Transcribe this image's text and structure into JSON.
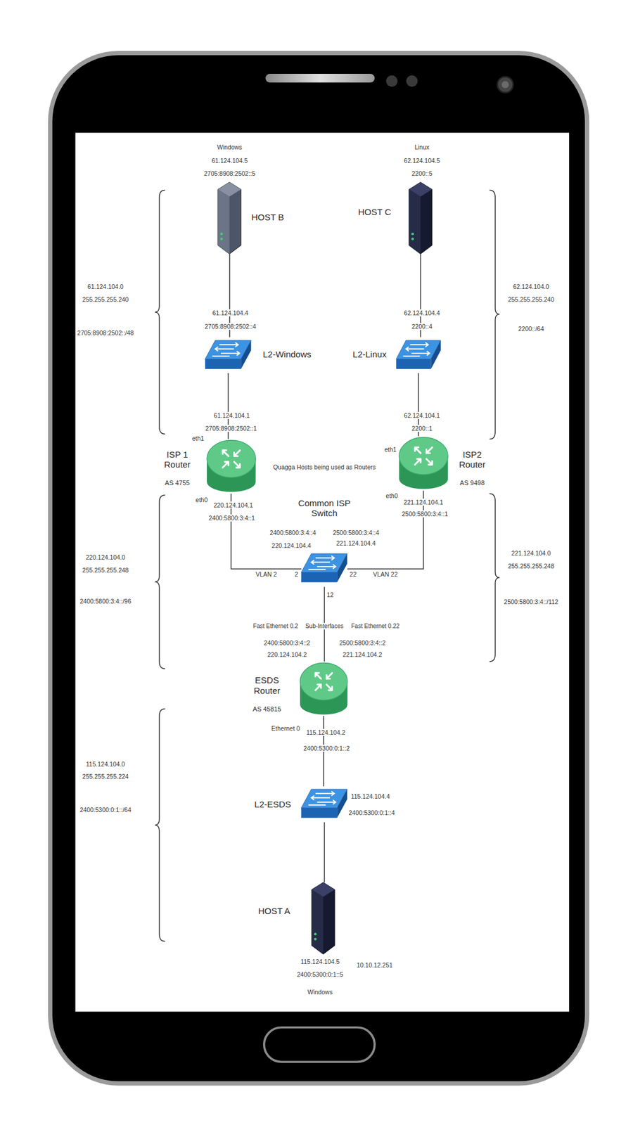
{
  "diagram": {
    "nodes": [
      {
        "text": [
          "Windows",
          "61.124.104.5",
          "2705:8908:2502::5",
          "HOST B"
        ]
      },
      {
        "text": [
          "Linux",
          "62.124.104.5",
          "2200::5",
          "HOST C"
        ]
      },
      {
        "text": [
          "L2-Windows"
        ]
      },
      {
        "text": [
          "L2-Linux"
        ]
      },
      {
        "text": [
          "ISP 1 Router",
          "AS 4755"
        ]
      },
      {
        "text": [
          "ISP2 Router",
          "AS 9498"
        ]
      },
      {
        "text": [
          "Common ISP Switch"
        ]
      },
      {
        "text": [
          "ESDS Router",
          "AS 45815"
        ]
      },
      {
        "text": [
          "L2-ESDS"
        ]
      },
      {
        "text": [
          "HOST A",
          "115.124.104.5",
          "2400:5300:0:1::5",
          "Windows"
        ]
      }
    ],
    "edges": [
      {
        "from": 0,
        "to": 2,
        "arrow": "none"
      },
      {
        "from": 2,
        "to": 4,
        "arrow": "none"
      },
      {
        "from": 1,
        "to": 3,
        "arrow": "none"
      },
      {
        "from": 3,
        "to": 5,
        "arrow": "none"
      },
      {
        "from": 4,
        "to": 6,
        "label": "VLAN 2",
        "arrow": "none"
      },
      {
        "from": 5,
        "to": 6,
        "label": "VLAN 22",
        "arrow": "none"
      },
      {
        "from": 6,
        "to": 7,
        "arrow": "none"
      },
      {
        "from": 7,
        "to": 8,
        "arrow": "none"
      },
      {
        "from": 8,
        "to": 9,
        "arrow": "none"
      }
    ],
    "labels": [
      "61.124.104.0",
      "255.255.255.240",
      "2705:8908:2502::/48",
      "62.124.104.0",
      "255.255.255.240",
      "2200::/64",
      "61.124.104.4",
      "2705:8908:2502::4",
      "62.124.104.4",
      "2200::4",
      "61.124.104.1",
      "2705:8908:2502::1",
      "eth1",
      "62.124.104.1",
      "2200::1",
      "eth1",
      "Quagga Hosts being used as Routers",
      "eth0",
      "220.124.104.1",
      "2400:5800:3:4::1",
      "eth0",
      "221.124.104.1",
      "2500:5800:3:4::1",
      "220.124.104.0",
      "255.255.255.248",
      "2400:5800:3:4::/96",
      "221.124.104.0",
      "255.255.255.248",
      "2500:5800:3:4::/112",
      "2400:5800:3:4::4",
      "220.124.104.4",
      "2500:5800:3:4::4",
      "221.124.104.4",
      "2",
      "22",
      "12",
      "Fast Ethernet 0.2",
      "Sub-Interfaces",
      "Fast Ethernet 0.22",
      "2400:5800:3:4::2",
      "220.124.104.2",
      "2500:5800:3:4::2",
      "221.124.104.2",
      "Ethernet 0",
      "115.124.104.2",
      "2400:5300:0:1::2",
      "115.124.104.4",
      "2400:5300:0:1::4",
      "115.124.104.0",
      "255.255.255.224",
      "2400:5300:0:1::/64",
      "10.10.12.251"
    ]
  }
}
